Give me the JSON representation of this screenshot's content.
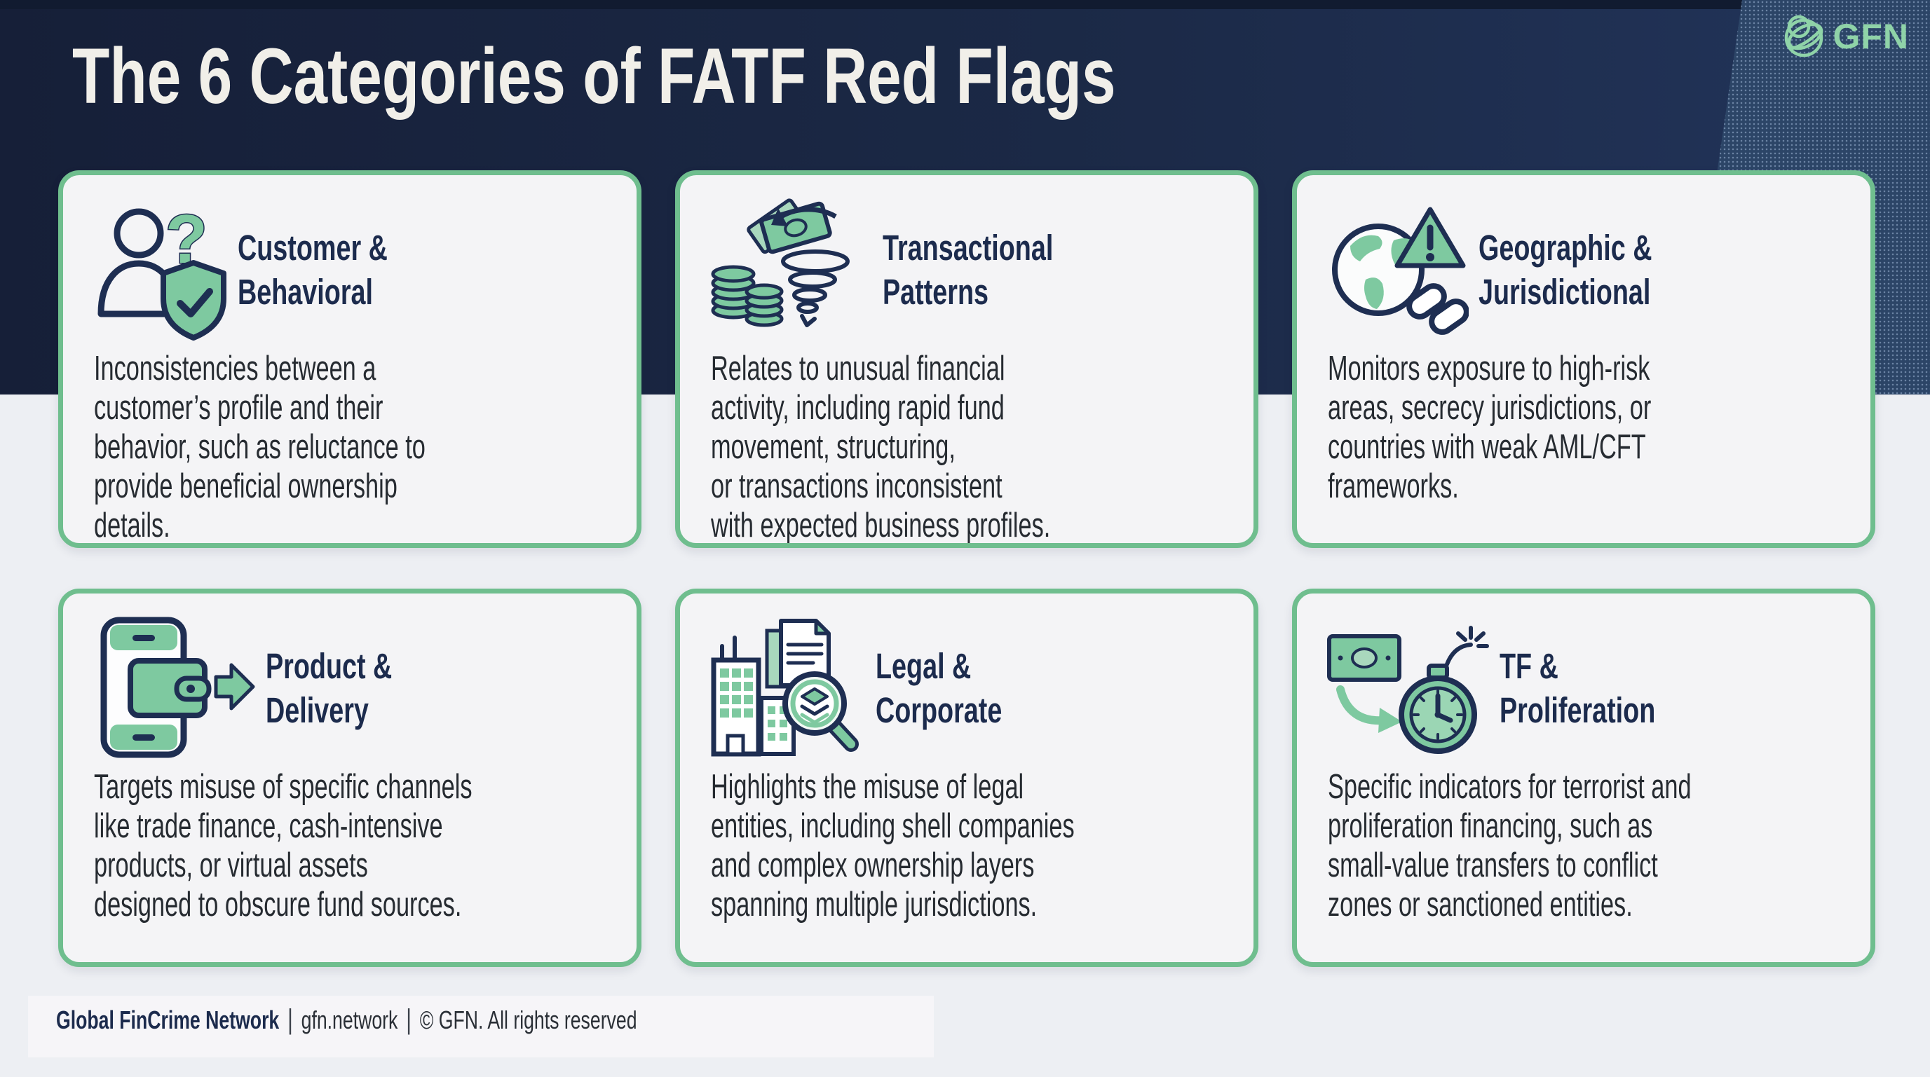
{
  "colors": {
    "header_navy": "#1b2946",
    "accent_dotted_navy": "#2c4567",
    "card_border_green": "#6fbe8e",
    "icon_green": "#7ec9a0",
    "icon_navy": "#1e2e52",
    "card_bg": "#f4f4f6",
    "page_bg": "#edeff3",
    "title_navy": "#1c2b4d",
    "logo_green": "#8fd3a8"
  },
  "header": {
    "title": "The 6 Categories of FATF Red Flags",
    "logo_text": "GFN"
  },
  "cards": [
    {
      "id": "customer-behavioral",
      "icon": "person-question-shield-icon",
      "title": "Customer &\nBehavioral",
      "body": "Inconsistencies between a\ncustomer’s profile and their\nbehavior, such as reluctance to\nprovide beneficial ownership\ndetails."
    },
    {
      "id": "transactional-patterns",
      "icon": "money-tornado-icon",
      "title": "Transactional\nPatterns",
      "body": "Relates to unusual financial\nactivity, including rapid fund\nmovement, structuring,\nor transactions inconsistent\nwith expected business profiles."
    },
    {
      "id": "geographic-jurisdictional",
      "icon": "globe-warning-chain-icon",
      "title": "Geographic &\nJurisdictional",
      "body": "Monitors exposure to high-risk\nareas, secrecy jurisdictions, or\ncountries with weak AML/CFT\nframeworks."
    },
    {
      "id": "product-delivery",
      "icon": "phone-wallet-arrow-icon",
      "title": "Product &\nDelivery",
      "body": "Targets misuse of specific channels\nlike trade finance, cash-intensive\nproducts, or virtual assets\ndesigned to obscure fund sources."
    },
    {
      "id": "legal-corporate",
      "icon": "building-document-magnifier-icon",
      "title": "Legal &\nCorporate",
      "body": "Highlights the misuse of legal\nentities, including shell companies\nand complex ownership layers\nspanning multiple jurisdictions."
    },
    {
      "id": "tf-proliferation",
      "icon": "banknote-bomb-timer-icon",
      "title": "TF &\nProliferation",
      "body": "Specific indicators for terrorist and\nproliferation financing, such as\nsmall-value transfers to conflict\nzones or sanctioned entities."
    }
  ],
  "footer": {
    "brand": "Global FinCrime Network",
    "sep": "|",
    "domain": "gfn.network",
    "rights": "© GFN. All rights reserved"
  }
}
